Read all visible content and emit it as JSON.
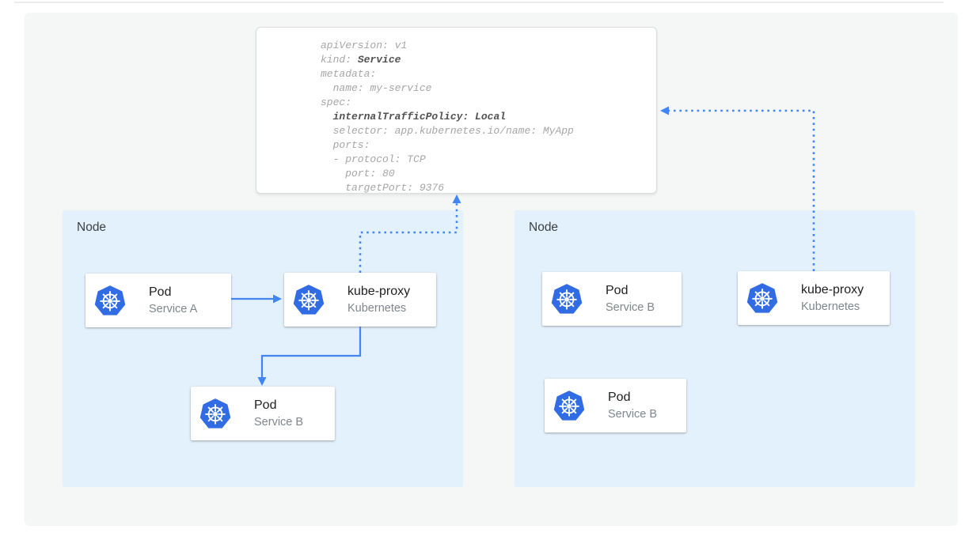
{
  "diagram": {
    "service_yaml": {
      "lines": [
        {
          "segments": [
            {
              "text": "apiVersion: v1",
              "bold": false
            }
          ]
        },
        {
          "segments": [
            {
              "text": "kind: ",
              "bold": false
            },
            {
              "text": "Service",
              "bold": true
            }
          ]
        },
        {
          "segments": [
            {
              "text": "metadata:",
              "bold": false
            }
          ]
        },
        {
          "segments": [
            {
              "text": "  name: my-service",
              "bold": false
            }
          ]
        },
        {
          "segments": [
            {
              "text": "spec:",
              "bold": false
            }
          ]
        },
        {
          "segments": [
            {
              "text": "  ",
              "bold": false
            },
            {
              "text": "internalTrafficPolicy: Local",
              "bold": true
            }
          ]
        },
        {
          "segments": [
            {
              "text": "  selector: app.kubernetes.io/name: MyApp",
              "bold": false
            }
          ]
        },
        {
          "segments": [
            {
              "text": "  ports:",
              "bold": false
            }
          ]
        },
        {
          "segments": [
            {
              "text": "  - protocol: TCP",
              "bold": false
            }
          ]
        },
        {
          "segments": [
            {
              "text": "    port: 80",
              "bold": false
            }
          ]
        },
        {
          "segments": [
            {
              "text": "    targetPort: 9376",
              "bold": false
            }
          ]
        }
      ]
    },
    "nodes": {
      "left": {
        "label": "Node",
        "cards": {
          "pod_a": {
            "title": "Pod",
            "subtitle": "Service A"
          },
          "kube_proxy": {
            "title": "kube-proxy",
            "subtitle": "Kubernetes"
          },
          "pod_b": {
            "title": "Pod",
            "subtitle": "Service B"
          }
        }
      },
      "right": {
        "label": "Node",
        "cards": {
          "pod_b1": {
            "title": "Pod",
            "subtitle": "Service B"
          },
          "pod_b2": {
            "title": "Pod",
            "subtitle": "Service B"
          },
          "kube_proxy": {
            "title": "kube-proxy",
            "subtitle": "Kubernetes"
          }
        }
      }
    },
    "colors": {
      "arrow_blue": "#4285f4",
      "kubernetes_blue": "#326ce5",
      "node_fill": "#e3f1fc",
      "canvas_fill": "#f5f6f6"
    }
  }
}
